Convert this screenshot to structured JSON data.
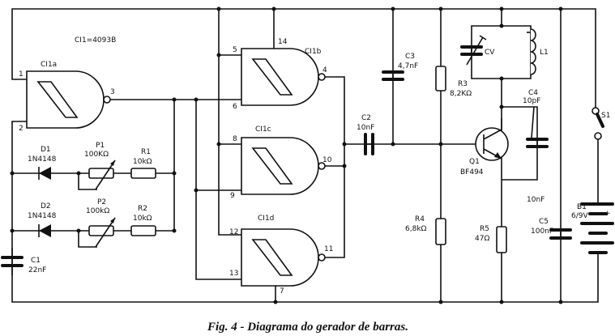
{
  "ic": {
    "type": "CI1=4093B",
    "gates": [
      "CI1a",
      "CI1b",
      "CI1c",
      "CI1d"
    ]
  },
  "pins": {
    "p1": "1",
    "p2": "2",
    "p3": "3",
    "p4": "4",
    "p5": "5",
    "p6": "6",
    "p7": "7",
    "p8": "8",
    "p9": "9",
    "p10": "10",
    "p11": "11",
    "p12": "12",
    "p13": "13",
    "p14": "14"
  },
  "components": {
    "D1": {
      "name": "D1",
      "value": "1N4148"
    },
    "D2": {
      "name": "D2",
      "value": "1N4148"
    },
    "P1": {
      "name": "P1",
      "value": "100KΩ"
    },
    "P2": {
      "name": "P2",
      "value": "100kΩ"
    },
    "R1": {
      "name": "R1",
      "value": "10kΩ"
    },
    "R2": {
      "name": "R2",
      "value": "10kΩ"
    },
    "C1": {
      "name": "C1",
      "value": "22nF"
    },
    "C2": {
      "name": "C2",
      "value": "10nF"
    },
    "C3": {
      "name": "C3",
      "value": "4,7nF"
    },
    "R3": {
      "name": "R3",
      "value": "8,2KΩ"
    },
    "CV": {
      "name": "CV"
    },
    "L1": {
      "name": "L1"
    },
    "C4": {
      "name": "C4",
      "value": "10pF"
    },
    "Q1": {
      "name": "Q1",
      "value": "BF494"
    },
    "R4": {
      "name": "R4",
      "value": "6,8kΩ"
    },
    "R5": {
      "name": "R5",
      "value": "47Ω"
    },
    "C5": {
      "name": "C5",
      "value": "100nF"
    },
    "B1": {
      "name": "B1",
      "value": "6/9V",
      "polarity": "+"
    },
    "S1": {
      "name": "S1"
    },
    "stray": {
      "value": "10nF"
    }
  },
  "caption": "Fig. 4 - Diagrama do gerador de barras."
}
